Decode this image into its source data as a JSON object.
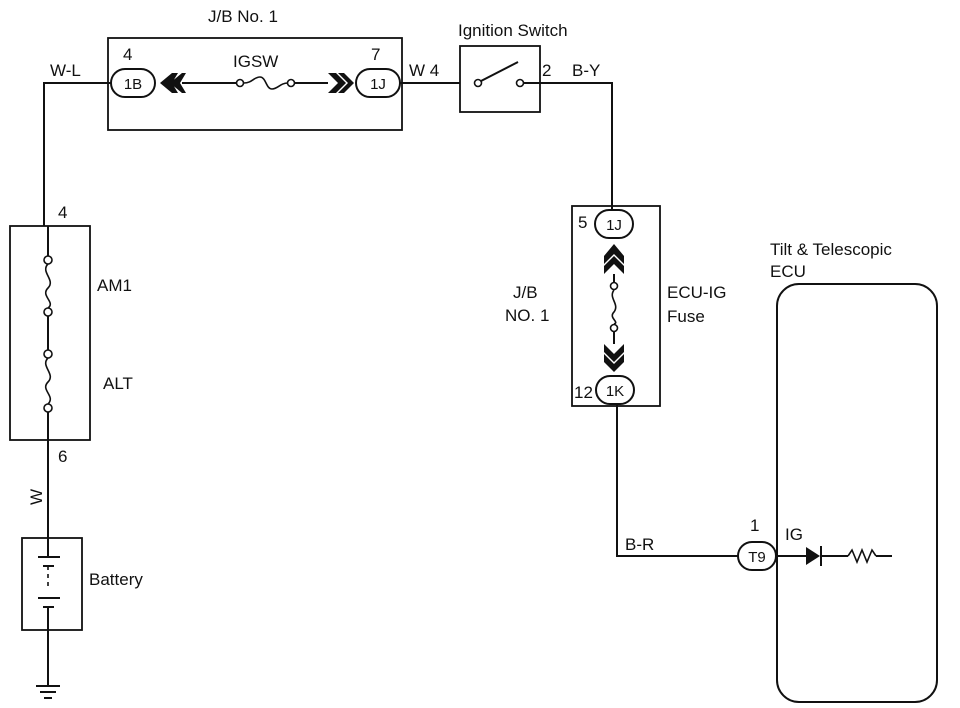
{
  "jb_top": {
    "title": "J/B No. 1",
    "fuse": "IGSW",
    "left_pin": "4",
    "left_conn": "1B",
    "right_pin": "7",
    "right_conn": "1J"
  },
  "ignition_switch": {
    "title": "Ignition Switch",
    "pin": "2"
  },
  "wires": {
    "wl": "W-L",
    "w4": "W 4",
    "by": "B-Y",
    "br": "B-R",
    "w": "W"
  },
  "fuse_box_left": {
    "top_pin": "4",
    "bottom_pin": "6",
    "fuse1": "AM1",
    "fuse2": "ALT"
  },
  "battery": {
    "label": "Battery"
  },
  "jb_right": {
    "label_line1": "J/B",
    "label_line2": "NO. 1",
    "fuse_line1": "ECU-IG",
    "fuse_line2": "Fuse",
    "top_pin": "5",
    "top_conn": "1J",
    "bottom_pin": "12",
    "bottom_conn": "1K"
  },
  "ecu": {
    "title_line1": "Tilt & Telescopic",
    "title_line2": "ECU",
    "pin": "1",
    "conn": "T9",
    "terminal": "IG"
  }
}
